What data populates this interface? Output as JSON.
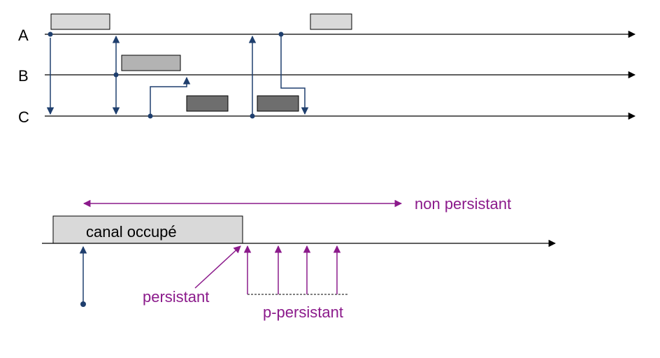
{
  "timeline": {
    "stations": [
      {
        "id": "A",
        "label": "A"
      },
      {
        "id": "B",
        "label": "B"
      },
      {
        "id": "C",
        "label": "C"
      }
    ]
  },
  "csma": {
    "busy_label": "canal occupé",
    "non_persistent_label": "non persistant",
    "persistent_label": "persistant",
    "p_persistent_label": "p-persistant"
  },
  "colors": {
    "axis": "#000000",
    "signal": "#1f3f6e",
    "accent": "#8b1a8b",
    "frame_light": "#d9d9d9",
    "frame_mid": "#b3b3b3",
    "frame_dark": "#6e6e6e",
    "frame_border": "#000000"
  }
}
